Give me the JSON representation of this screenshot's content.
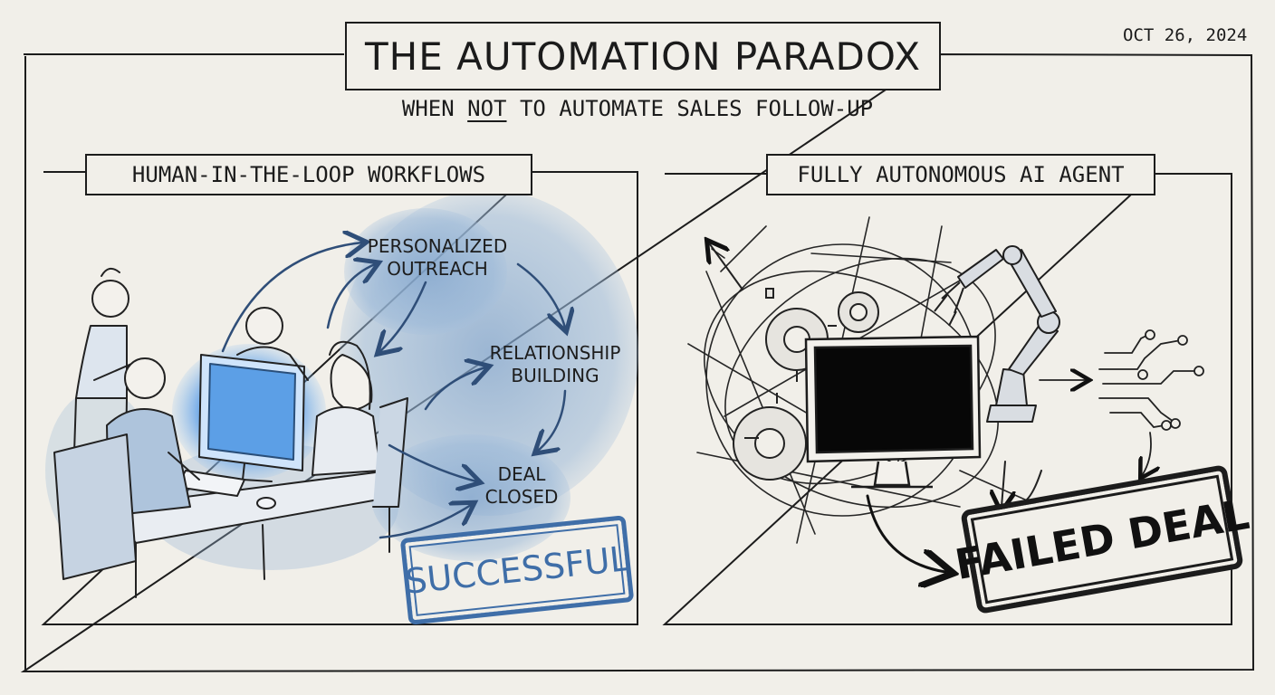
{
  "header": {
    "title": "THE AUTOMATION PARADOX",
    "subtitle_prefix": "WHEN ",
    "subtitle_emphasis": "NOT",
    "subtitle_suffix": " TO AUTOMATE SALES FOLLOW-UP",
    "date": "OCT 26, 2024"
  },
  "left_panel": {
    "label": "HUMAN-IN-THE-LOOP WORKFLOWS",
    "nodes": [
      {
        "line1": "PERSONALIZED",
        "line2": "OUTREACH"
      },
      {
        "line1": "RELATIONSHIP",
        "line2": "BUILDING"
      },
      {
        "line1": "DEAL",
        "line2": "CLOSED"
      }
    ],
    "stamp": "SUCCESSFUL"
  },
  "right_panel": {
    "label": "FULLY AUTONOMOUS AI AGENT",
    "stamp": "FAILED DEAL"
  },
  "colors": {
    "ink": "#1c1c1c",
    "paper": "#f1efe9",
    "watercolor_blue": "#8fb0d4",
    "stamp_blue": "#3f6ea8",
    "screen_glow": "#5b9ee8"
  }
}
